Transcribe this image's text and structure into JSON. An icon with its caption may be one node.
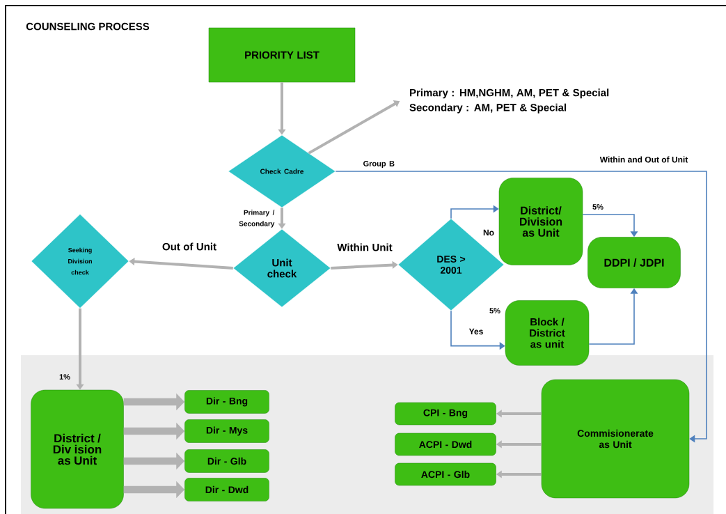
{
  "diagram": {
    "title": "COUNSELING PROCESS",
    "nodes": [
      {
        "text": [
          "PRIORITY LIST"
        ]
      },
      {
        "text": [
          "Check Cadre"
        ]
      },
      {
        "text": [
          "Primary : HM,NGHM, AM, PET & Special",
          "Secondary : AM, PET & Special"
        ]
      },
      {
        "text": [
          "Unit check"
        ]
      },
      {
        "text": [
          "Seeking Division check"
        ]
      },
      {
        "text": [
          "DES > 2001"
        ]
      },
      {
        "text": [
          "District/ Division as Unit"
        ]
      },
      {
        "text": [
          "DDPI / JDPI"
        ]
      },
      {
        "text": [
          "Block / District as unit"
        ]
      },
      {
        "text": [
          "District / Div ision as Unit"
        ]
      },
      {
        "text": [
          "Dir - Bng"
        ]
      },
      {
        "text": [
          "Dir - Mys"
        ]
      },
      {
        "text": [
          "Dir - Glb"
        ]
      },
      {
        "text": [
          "Dir - Dwd"
        ]
      },
      {
        "text": [
          "Commisionerate as Unit"
        ]
      },
      {
        "text": [
          "CPI - Bng"
        ]
      },
      {
        "text": [
          "ACPI - Dwd"
        ]
      },
      {
        "text": [
          "ACPI - Glb"
        ]
      }
    ],
    "edges": [
      {
        "from": 0,
        "to": 1,
        "arrow": "to"
      },
      {
        "from": 1,
        "to": 2,
        "arrow": "to"
      },
      {
        "from": 1,
        "to": 3,
        "arrow": "to",
        "label": "Primary / Secondary"
      },
      {
        "from": 1,
        "to": 14,
        "arrow": "to",
        "label": "Group B",
        "color": "#4f81bd"
      },
      {
        "from": 3,
        "to": 4,
        "arrow": "to",
        "label": "Out of Unit"
      },
      {
        "from": 3,
        "to": 5,
        "arrow": "to",
        "label": "Within Unit"
      },
      {
        "from": 5,
        "to": 6,
        "arrow": "to",
        "label": "No",
        "color": "#4f81bd"
      },
      {
        "from": 5,
        "to": 8,
        "arrow": "to",
        "label": "Yes",
        "color": "#4f81bd"
      },
      {
        "from": 6,
        "to": 7,
        "arrow": "to",
        "label": "5%",
        "color": "#4f81bd"
      },
      {
        "from": 8,
        "to": 7,
        "arrow": "to",
        "color": "#4f81bd"
      },
      {
        "from": 4,
        "to": 9,
        "arrow": "to",
        "label": "1%"
      },
      {
        "from": 9,
        "to": 10,
        "arrow": "to",
        "style": "thick"
      },
      {
        "from": 9,
        "to": 11,
        "arrow": "to",
        "style": "thick"
      },
      {
        "from": 9,
        "to": 12,
        "arrow": "to",
        "style": "thick"
      },
      {
        "from": 9,
        "to": 13,
        "arrow": "to",
        "style": "thick"
      },
      {
        "from": 14,
        "to": 15,
        "arrow": "to"
      },
      {
        "from": 14,
        "to": 16,
        "arrow": "to"
      },
      {
        "from": 14,
        "to": 17,
        "arrow": "to"
      }
    ],
    "labels": [
      "Within and Out of Unit",
      "5%"
    ]
  }
}
